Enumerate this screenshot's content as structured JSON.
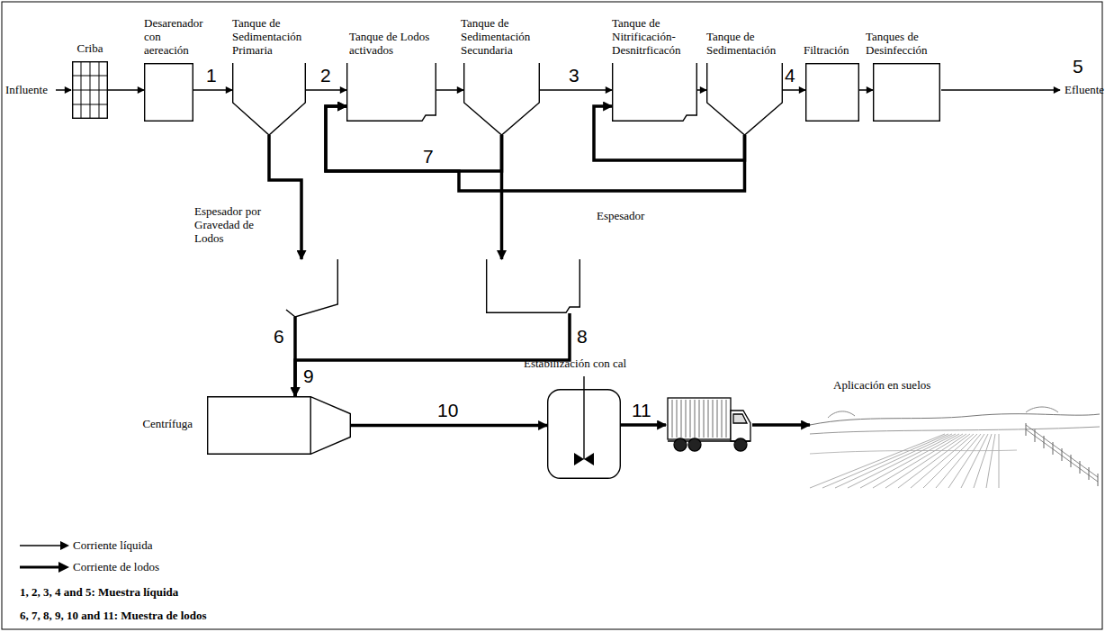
{
  "diagram": {
    "nodes": [
      {
        "text": [
          "Criba"
        ]
      },
      {
        "text": [
          "Desarenador con aereación"
        ]
      },
      {
        "text": [
          "Tanque de Sedimentación Primaria"
        ]
      },
      {
        "text": [
          "Tanque de Lodos activados"
        ]
      },
      {
        "text": [
          "Tanque de Sedimentación Secundaria"
        ]
      },
      {
        "text": [
          "Tanque de Nitrificación-Desnitrficacón"
        ]
      },
      {
        "text": [
          "Tanque de Sedimentación"
        ]
      },
      {
        "text": [
          "Filtración"
        ]
      },
      {
        "text": [
          "Tanques de Desinfección"
        ]
      },
      {
        "text": [
          "Espesador por Gravedad de Lodos"
        ]
      },
      {
        "text": [
          "Espesador"
        ]
      },
      {
        "text": [
          "Centrífuga"
        ]
      },
      {
        "text": [
          "Estabilización con cal"
        ]
      },
      {
        "text": [
          "Aplicación en suelos"
        ]
      }
    ],
    "edges": [
      {
        "from": 0,
        "to": 1,
        "arrow": "to"
      },
      {
        "from": 1,
        "to": 2,
        "arrow": "to"
      },
      {
        "from": 2,
        "to": 3,
        "arrow": "to"
      },
      {
        "from": 3,
        "to": 4,
        "arrow": "to"
      },
      {
        "from": 4,
        "to": 5,
        "arrow": "to"
      },
      {
        "from": 5,
        "to": 6,
        "arrow": "to"
      },
      {
        "from": 6,
        "to": 7,
        "arrow": "to"
      },
      {
        "from": 7,
        "to": 8,
        "arrow": "to"
      },
      {
        "from": 4,
        "to": 3,
        "arrow": "to"
      },
      {
        "from": 6,
        "to": 5,
        "arrow": "to"
      },
      {
        "from": 6,
        "to": 3,
        "arrow": "to"
      },
      {
        "from": 2,
        "to": 9,
        "arrow": "to"
      },
      {
        "from": 4,
        "to": 10,
        "arrow": "to"
      },
      {
        "from": 9,
        "to": 11,
        "arrow": "to"
      },
      {
        "from": 10,
        "to": 11,
        "arrow": "to"
      },
      {
        "from": 11,
        "to": 12,
        "arrow": "to"
      },
      {
        "from": 12,
        "to": 13,
        "arrow": "to"
      }
    ],
    "labels": [
      "Influente",
      "Efluente",
      "1",
      "2",
      "3",
      "4",
      "5",
      "7",
      "6",
      "8",
      "9",
      "10",
      "11",
      "1, 2, 3, 4 and 5: Muestra líquida",
      "6, 7, 8, 9, 10 and 11: Muestra de lodos"
    ],
    "legend": [
      {
        "text": "Corriente líquida"
      },
      {
        "text": "Corriente de lodos"
      }
    ]
  }
}
